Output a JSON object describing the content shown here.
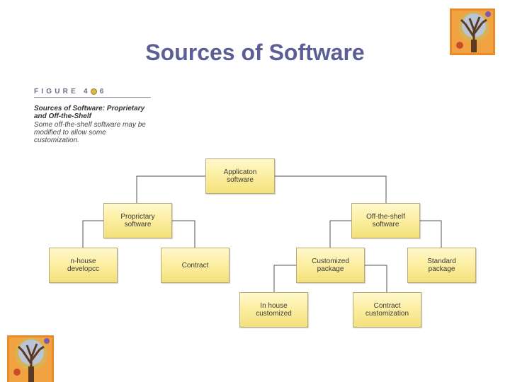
{
  "slide": {
    "title": "Sources of Software"
  },
  "caption": {
    "figure_label": "FIGURE 4",
    "figure_number": "6",
    "title": "Sources of Software: Proprietary and Off-the-Shelf",
    "body": "Some off-the-shelf software may be modified to allow some customization."
  },
  "diagram": {
    "nodes": {
      "application_software": "Applicaton\nsoftware",
      "proprietary_software": "Proprictary\nsoftware",
      "off_the_shelf_software": "Off-the-shelf\nsoftware",
      "in_house_developed": "n-house\ndevelopcc",
      "contract": "Contract",
      "customized_package": "Customized\npackage",
      "standard_package": "Standard\npackage",
      "in_house_customized": "In house\ncustomized",
      "contract_customization": "Contract\ncustomization"
    }
  },
  "colors": {
    "title": "#5b5f95",
    "node_fill": "#fdf0a8",
    "node_border": "#b8ab78",
    "connector": "#555555"
  },
  "icons": [
    "tree-logo-icon"
  ]
}
